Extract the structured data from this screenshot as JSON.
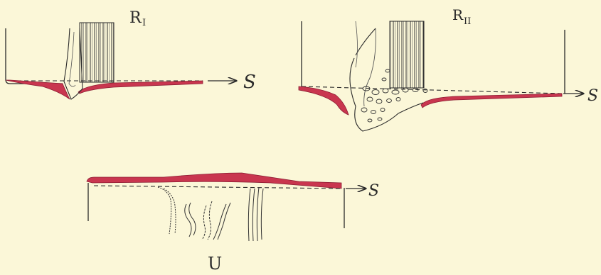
{
  "figure": {
    "panels": [
      {
        "id": "R-I",
        "label": "R",
        "subscript": "I",
        "arrow_label": "S"
      },
      {
        "id": "R-II",
        "label": "R",
        "subscript": "II",
        "arrow_label": "S"
      },
      {
        "id": "U",
        "label": "U",
        "arrow_label": "S"
      }
    ]
  },
  "colors": {
    "background": "#fbf7d8",
    "ink": "#2a2a2a",
    "red_layer": "#c9364f"
  }
}
